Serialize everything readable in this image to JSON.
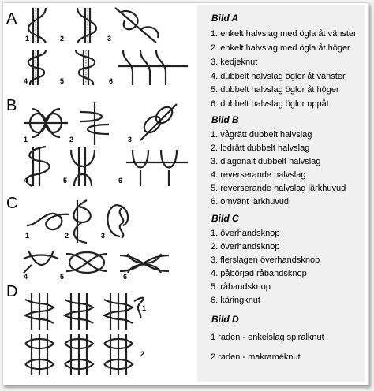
{
  "figure_letters": [
    "A",
    "B",
    "C",
    "D"
  ],
  "figure_numbers": {
    "A": [
      "1",
      "2",
      "3",
      "4",
      "5",
      "6"
    ],
    "B": [
      "1",
      "2",
      "3",
      "4",
      "5",
      "6"
    ],
    "C": [
      "1",
      "2",
      "3",
      "4",
      "5",
      "6"
    ],
    "D": [
      "1",
      "2"
    ]
  },
  "sections": [
    {
      "title": "Bild A",
      "items": [
        "1. enkelt halvslag med ögla åt vänster",
        "2. enkelt halvslag med ögla åt höger",
        "3. kedjeknut",
        "4. dubbelt halvslag öglor åt vänster",
        "5. dubbelt halvslag öglor åt höger",
        "6. dubbelt halvslag öglor uppåt"
      ]
    },
    {
      "title": "Bild B",
      "items": [
        "1. vågrätt dubbelt halvslag",
        "2. lodrätt dubbelt halvslag",
        "3. diagonalt dubbelt halvslag",
        "4. reverserande halvslag",
        "5. reverserande halvslag lärkhuvud",
        "6. omvänt lärkhuvud"
      ]
    },
    {
      "title": "Bild C",
      "items": [
        "1. överhandsknop",
        "2. överhandsknop",
        "3. flerslagen överhandsknop",
        "4. påbörjad råbandsknop",
        "5. råbandsknop",
        "6. käringknut"
      ]
    },
    {
      "title": "Bild D",
      "items": [
        "1 raden - enkelslag spiralknut",
        "2 raden - makraméknut"
      ]
    }
  ]
}
